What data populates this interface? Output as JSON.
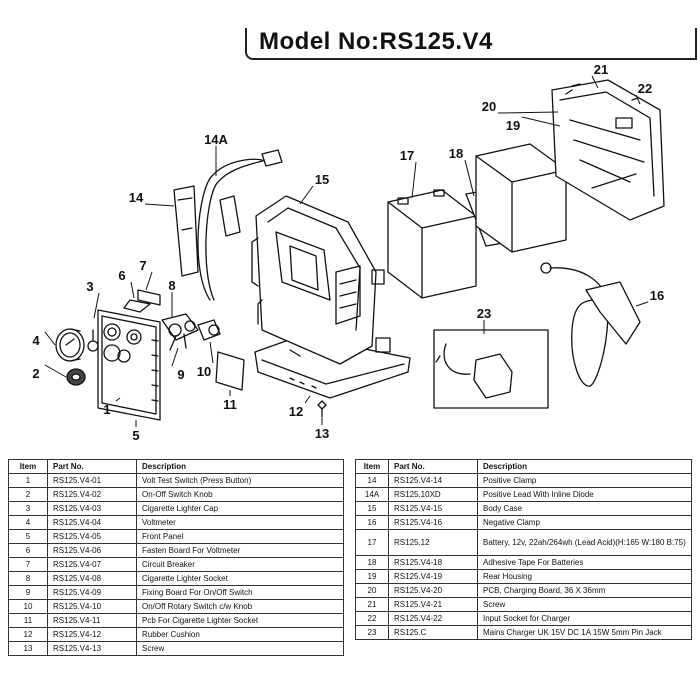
{
  "title": "Model No:RS125.V4",
  "callouts": [
    "1",
    "2",
    "3",
    "4",
    "5",
    "6",
    "7",
    "8",
    "9",
    "10",
    "11",
    "12",
    "13",
    "14",
    "14A",
    "15",
    "16",
    "17",
    "18",
    "19",
    "20",
    "21",
    "22",
    "23"
  ],
  "table_headers": {
    "item": "Item",
    "part_no": "Part No.",
    "description": "Description"
  },
  "left_rows": [
    {
      "item": "1",
      "part": "RS125.V4-01",
      "desc": "Volt Test Switch (Press Button)"
    },
    {
      "item": "2",
      "part": "RS125.V4-02",
      "desc": "On-Off Switch Knob"
    },
    {
      "item": "3",
      "part": "RS125.V4-03",
      "desc": "Cigarette Lighter Cap"
    },
    {
      "item": "4",
      "part": "RS125.V4-04",
      "desc": "Voltmeter"
    },
    {
      "item": "5",
      "part": "RS125.V4-05",
      "desc": "Front Panel"
    },
    {
      "item": "6",
      "part": "RS125.V4-06",
      "desc": "Fasten Board For Voltmeter"
    },
    {
      "item": "7",
      "part": "RS125.V4-07",
      "desc": "Circuit Breaker"
    },
    {
      "item": "8",
      "part": "RS125.V4-08",
      "desc": "Cigarette Lighter Socket"
    },
    {
      "item": "9",
      "part": "RS125.V4-09",
      "desc": "Fixing Board For On/Off Switch"
    },
    {
      "item": "10",
      "part": "RS125.V4-10",
      "desc": "On/Off Rotary Switch c/w Knob"
    },
    {
      "item": "11",
      "part": "RS125.V4-11",
      "desc": "Pcb For Cigarette Lighter Socket"
    },
    {
      "item": "12",
      "part": "RS125.V4-12",
      "desc": "Rubber Cushion"
    },
    {
      "item": "13",
      "part": "RS125.V4-13",
      "desc": "Screw"
    }
  ],
  "right_rows": [
    {
      "item": "14",
      "part": "RS125.V4-14",
      "desc": "Positive Clamp"
    },
    {
      "item": "14A",
      "part": "RS125.10XD",
      "desc": "Positive Lead With Inline Diode"
    },
    {
      "item": "15",
      "part": "RS125.V4-15",
      "desc": "Body Case"
    },
    {
      "item": "16",
      "part": "RS125.V4-16",
      "desc": "Negative Clamp"
    },
    {
      "item": "17",
      "part": "RS125.12",
      "desc": "Battery, 12v, 22ah/264wh (Lead Acid)(H:165 W:180 B:75)"
    },
    {
      "item": "18",
      "part": "RS125.V4-18",
      "desc": "Adhesive Tape For Batteries"
    },
    {
      "item": "19",
      "part": "RS125.V4-19",
      "desc": "Rear Housing"
    },
    {
      "item": "20",
      "part": "RS125.V4-20",
      "desc": "PCB, Charging Board, 36 X 36mm"
    },
    {
      "item": "21",
      "part": "RS125.V4-21",
      "desc": "Screw"
    },
    {
      "item": "22",
      "part": "RS125.V4-22",
      "desc": "Input Socket for Charger"
    },
    {
      "item": "23",
      "part": "RS125.C",
      "desc": "Mains Charger UK 15V DC 1A 15W 5mm Pin Jack"
    }
  ]
}
